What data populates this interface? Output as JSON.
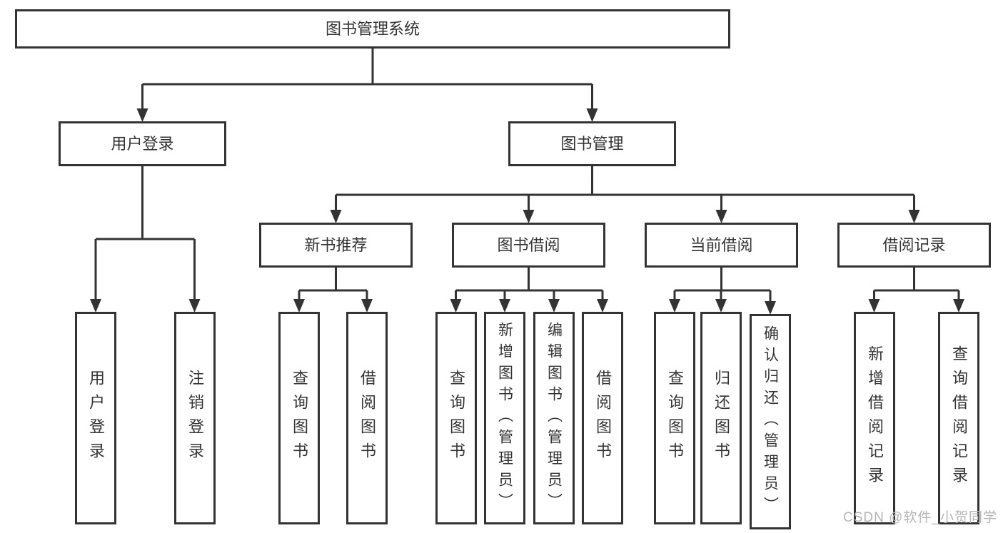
{
  "diagram": {
    "root": {
      "label": "图书管理系统"
    },
    "level2": {
      "user_login": {
        "label": "用户登录"
      },
      "book_management": {
        "label": "图书管理"
      }
    },
    "level3": {
      "new_book_recommend": {
        "label": "新书推荐"
      },
      "book_borrow": {
        "label": "图书借阅"
      },
      "current_borrow": {
        "label": "当前借阅"
      },
      "borrow_records": {
        "label": "借阅记录"
      }
    },
    "leaves": {
      "user_login_leaf": {
        "label": "用户登录"
      },
      "logout_leaf": {
        "label": "注销登录"
      },
      "recommend_query_book": {
        "label": "查询图书"
      },
      "recommend_borrow_book": {
        "label": "借阅图书"
      },
      "borrow_query_book": {
        "label": "查询图书"
      },
      "borrow_add_book_admin": {
        "label": "新增图书（管理员）"
      },
      "borrow_edit_book_admin": {
        "label": "编辑图书（管理员）"
      },
      "borrow_borrow_book": {
        "label": "借阅图书"
      },
      "current_query_book": {
        "label": "查询图书"
      },
      "current_return_book": {
        "label": "归还图书"
      },
      "current_confirm_return_admin": {
        "label": "确认归还（管理员）"
      },
      "records_add_record": {
        "label": "新增借阅记录"
      },
      "records_query_record": {
        "label": "查询借阅记录"
      }
    },
    "watermark": "CSDN @软件_小贺同学",
    "colors": {
      "line": "#333333",
      "text": "#333333",
      "box_fill": "#ffffff",
      "watermark": "#b5b5b5"
    }
  }
}
